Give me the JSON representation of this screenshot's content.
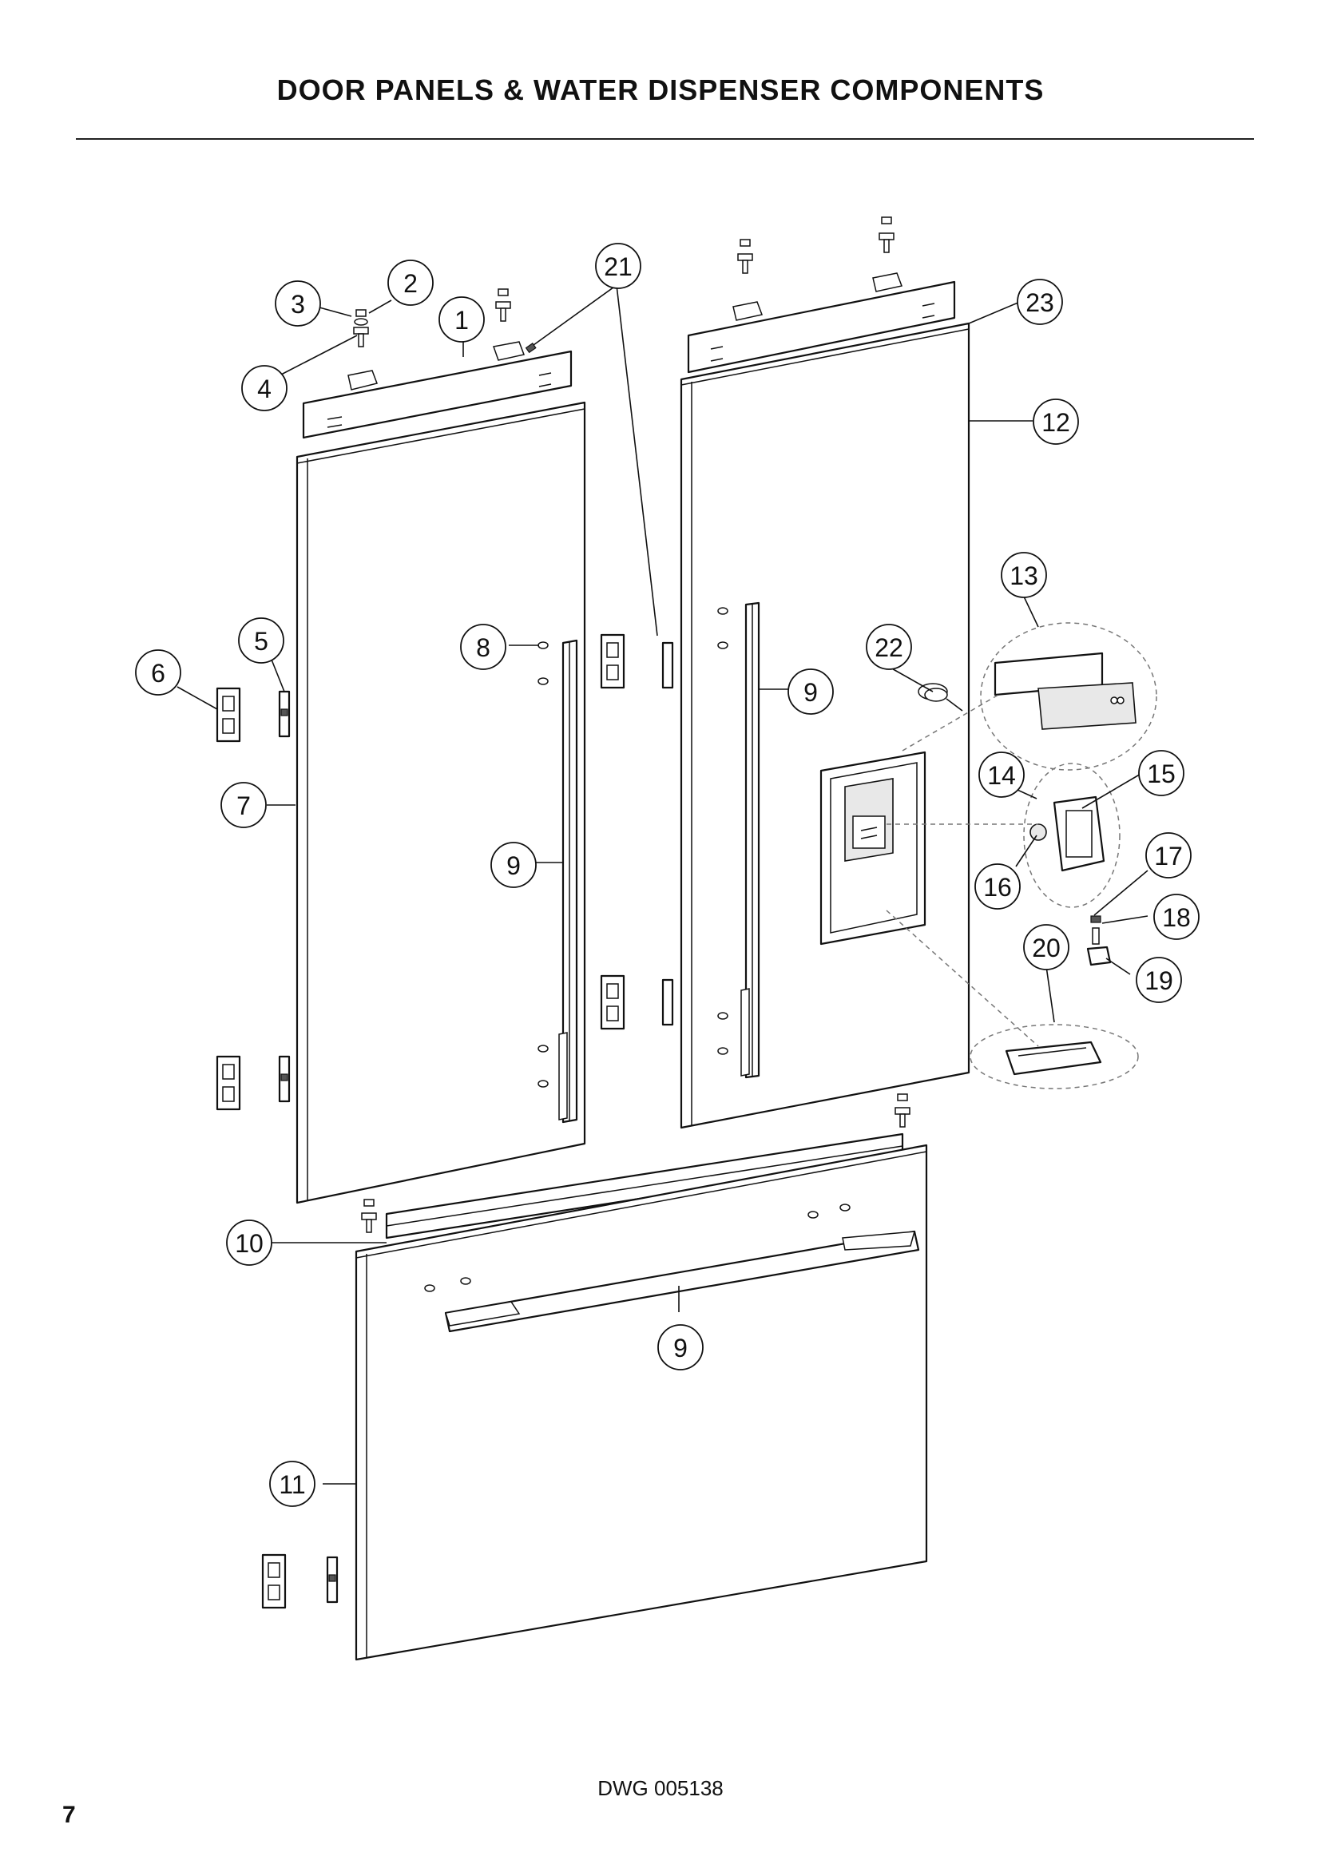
{
  "header": {
    "title": "DOOR PANELS & WATER DISPENSER COMPONENTS"
  },
  "footer": {
    "drawing_number": "DWG 005138",
    "page_number": "7"
  },
  "callouts": [
    {
      "id": "c1",
      "label": "1"
    },
    {
      "id": "c2",
      "label": "2"
    },
    {
      "id": "c3",
      "label": "3"
    },
    {
      "id": "c4",
      "label": "4"
    },
    {
      "id": "c5",
      "label": "5"
    },
    {
      "id": "c6",
      "label": "6"
    },
    {
      "id": "c7",
      "label": "7"
    },
    {
      "id": "c8",
      "label": "8"
    },
    {
      "id": "c9a",
      "label": "9"
    },
    {
      "id": "c9b",
      "label": "9"
    },
    {
      "id": "c9c",
      "label": "9"
    },
    {
      "id": "c10",
      "label": "10"
    },
    {
      "id": "c11",
      "label": "11"
    },
    {
      "id": "c12",
      "label": "12"
    },
    {
      "id": "c13",
      "label": "13"
    },
    {
      "id": "c14",
      "label": "14"
    },
    {
      "id": "c15",
      "label": "15"
    },
    {
      "id": "c16",
      "label": "16"
    },
    {
      "id": "c17",
      "label": "17"
    },
    {
      "id": "c18",
      "label": "18"
    },
    {
      "id": "c19",
      "label": "19"
    },
    {
      "id": "c20",
      "label": "20"
    },
    {
      "id": "c21",
      "label": "21"
    },
    {
      "id": "c22",
      "label": "22"
    },
    {
      "id": "c23",
      "label": "23"
    }
  ]
}
